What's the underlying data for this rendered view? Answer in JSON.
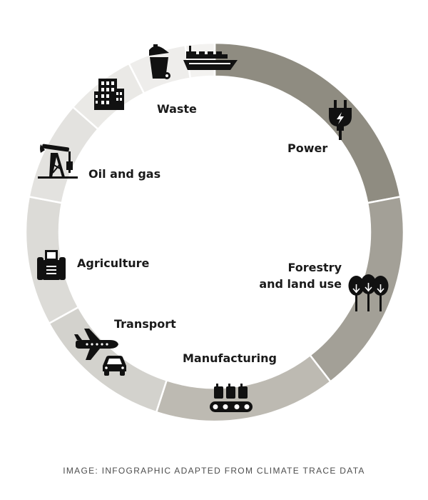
{
  "segments": [
    {
      "id": "power",
      "label": "Power",
      "share": 0.22,
      "color": "#8f8c81",
      "icon": "power-plug-icon"
    },
    {
      "id": "forestry",
      "label": "Forestry\nand land use",
      "share": 0.175,
      "color": "#a3a097",
      "icon": "trees-icon"
    },
    {
      "id": "manufacturing",
      "label": "Manufacturing",
      "share": 0.155,
      "color": "#bdbab2",
      "icon": "conveyor-belt-icon"
    },
    {
      "id": "transport",
      "label": "Transport",
      "share": 0.12,
      "color": "#d3d2cd",
      "icon": "airplane-car-icon"
    },
    {
      "id": "agriculture",
      "label": "Agriculture",
      "share": 0.11,
      "color": "#dcdbd7",
      "icon": "tractor-icon"
    },
    {
      "id": "oilgas",
      "label": "Oil and gas",
      "share": 0.085,
      "color": "#e3e2df",
      "icon": "oil-pump-icon"
    },
    {
      "id": "buildings",
      "label": "",
      "share": 0.06,
      "color": "#eae9e6",
      "icon": "buildings-icon"
    },
    {
      "id": "waste",
      "label": "Waste",
      "share": 0.05,
      "color": "#eeedeb",
      "icon": "waste-bin-icon"
    },
    {
      "id": "shipping",
      "label": "",
      "share": 0.025,
      "color": "#f3f2f0",
      "icon": "ship-icon"
    }
  ],
  "caption": "IMAGE: INFOGRAPHIC ADAPTED FROM CLIMATE TRACE DATA"
}
